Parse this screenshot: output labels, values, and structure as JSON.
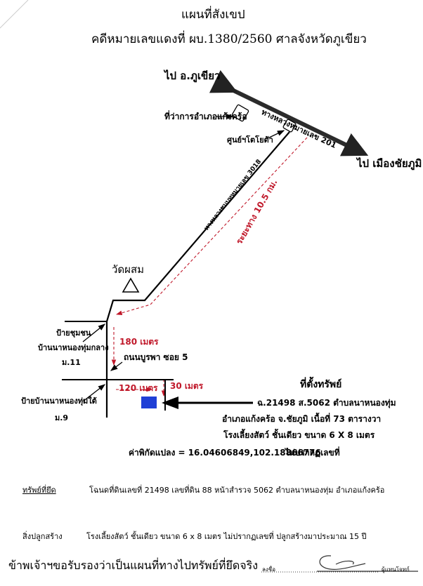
{
  "header": {
    "title": "แผนที่สังเขป",
    "subtitle": "คดีหมายเลขแดงที่ ผบ.1380/2560 ศาลจังหวัดภูเขียว"
  },
  "map": {
    "to_phukhieo": "ไป อ.ภูเขียว",
    "highway_201": "ทางหลวงหมายเลข 201",
    "district_office": "ที่ว่าการอำเภอแก้งคร้อ",
    "toyota_center": "ศูนย์ฯโตโยต้า",
    "to_chaiyaphum": "ไป เมืองชัยภูมิ",
    "rural_road_3018": "ทางหลวงชนบทหมายเลข 3018",
    "distance_10_5": "ระยะทาง 10.5 กม.",
    "wat_phasom": "วัดผสม",
    "village_sign_1": "ป้ายชุมชน",
    "village_sign_2": "บ้านนาหนองทุ่มกลาง",
    "village_sign_3": "ม.11",
    "dist_180": "180 เมตร",
    "road_burapha": "ถนนบูรพา ซอย 5",
    "dist_120": "120 เมตร",
    "dist_30": "30 เมตร",
    "village_south_1": "ป้ายบ้านนาหนองทุ่มใต้",
    "village_south_2": "ม.9",
    "property_title": "ที่ตั้งทรัพย์",
    "property_line1": "ฉ.21498  ส.5062  ตำบลนาหนองทุ่ม",
    "property_line2": "อำเภอแก้งคร้อ  จ.ชัยภูมิ  เนื้อที่ 73 ตารางวา",
    "property_line3": "โรงเลี้ยงสัตว์  ชั้นเดียว ขนาด   6 X 8 เมตร",
    "property_line4": "ไม่ปรากฏเลขที่",
    "coordinates": "ค่าพิกัดแปลง = 16.04606849,102.18866776",
    "marker_color": "#1f3fd6",
    "distance_color": "#c0182a"
  },
  "details": {
    "seized_label": "ทรัพย์ที่ยึด",
    "seized_text": "โฉนดที่ดินเลขที่ 21498  เลขที่ดิน 88 หน้าสำรวจ 5062 ตำบลนาหนองทุ่ม  อำเภอแก้งคร้อ",
    "building_label": "สิ่งปลูกสร้าง",
    "building_text": "โรงเลี้ยงสัตว์ ชั้นเดียว  ขนาด  6 x 8 เมตร  ไม่ปรากฏเลขที่  ปลูกสร้างมาประมาณ  15  ปี"
  },
  "footer": {
    "certify": "ข้าพเจ้าฯขอรับรองว่าเป็นแผนที่ทางไปทรัพย์ที่ยึดจริง",
    "sign_label": "ลงชื่อ",
    "sign_role": "ผู้แทนโจทก์"
  }
}
